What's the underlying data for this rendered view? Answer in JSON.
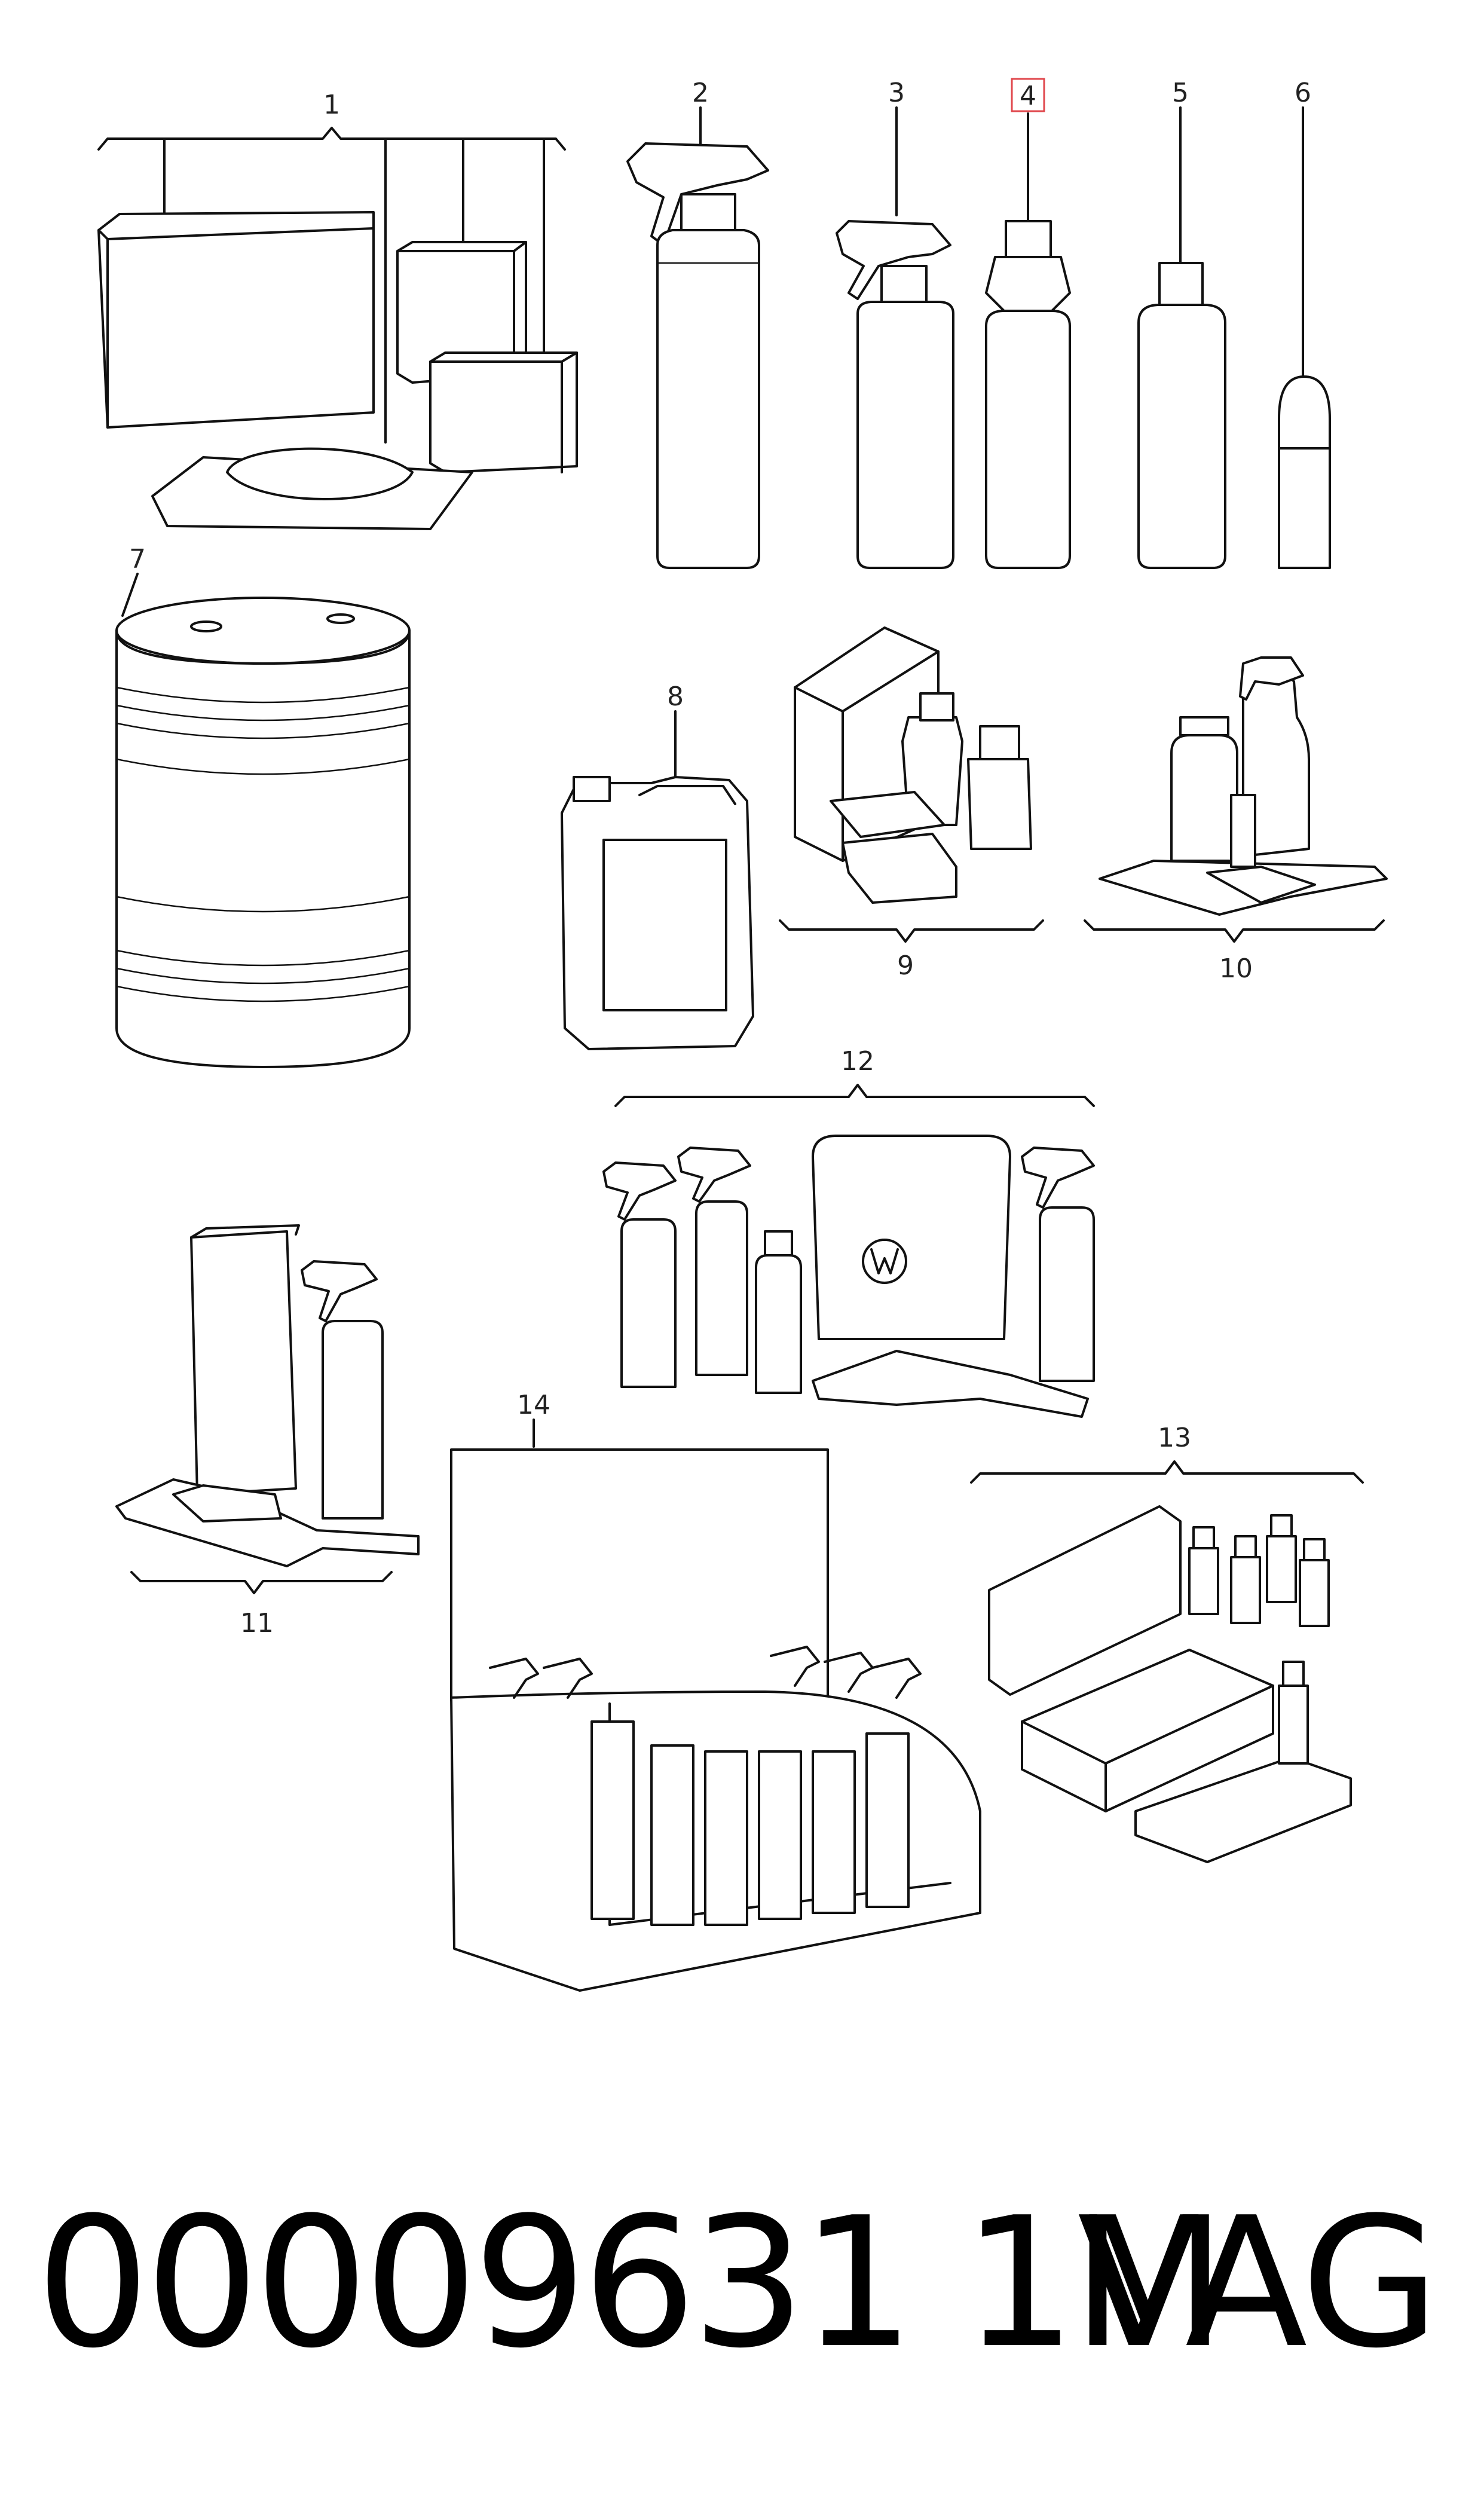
{
  "callouts": [
    {
      "id": "1",
      "text": "1",
      "highlighted": false
    },
    {
      "id": "2",
      "text": "2",
      "highlighted": false
    },
    {
      "id": "3",
      "text": "3",
      "highlighted": false
    },
    {
      "id": "4",
      "text": "4",
      "highlighted": true
    },
    {
      "id": "5",
      "text": "5",
      "highlighted": false
    },
    {
      "id": "6",
      "text": "6",
      "highlighted": false
    },
    {
      "id": "7",
      "text": "7",
      "highlighted": false
    },
    {
      "id": "8",
      "text": "8",
      "highlighted": false
    },
    {
      "id": "9",
      "text": "9",
      "highlighted": false
    },
    {
      "id": "10",
      "text": "10",
      "highlighted": false
    },
    {
      "id": "11",
      "text": "11",
      "highlighted": false
    },
    {
      "id": "12",
      "text": "12",
      "highlighted": false
    },
    {
      "id": "13",
      "text": "13",
      "highlighted": false
    },
    {
      "id": "14",
      "text": "14",
      "highlighted": false
    }
  ],
  "highlight_color": "#e0474c",
  "footer": {
    "part_number": "00009631 1M",
    "brand": "VAG"
  }
}
